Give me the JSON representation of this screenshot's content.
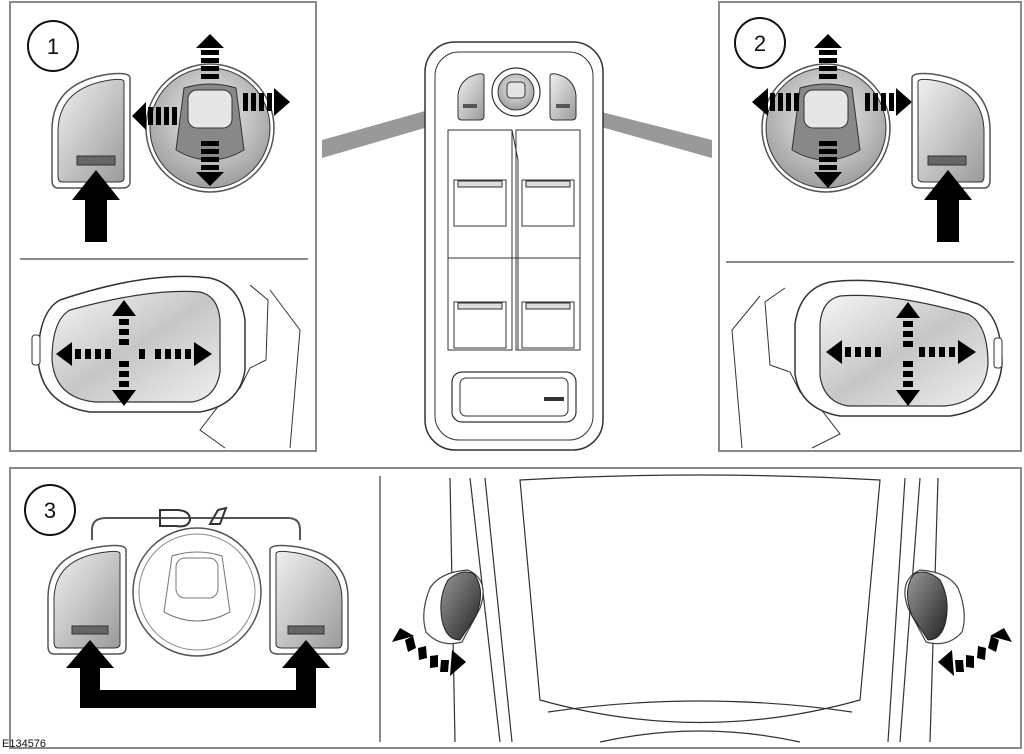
{
  "figure_id": "E134576",
  "steps": [
    {
      "number": "1"
    },
    {
      "number": "2"
    },
    {
      "number": "3"
    }
  ],
  "colors": {
    "outline": "#1a1a1a",
    "panel_border": "#8a8a8a",
    "gray_fill": "#c8c8c8",
    "arrow": "#000000",
    "glass": "#d8d8d8"
  },
  "icons": [
    "mirror-select-button",
    "joystick",
    "direction-arrows",
    "fold-mirror-icon",
    "fold-arrow"
  ]
}
